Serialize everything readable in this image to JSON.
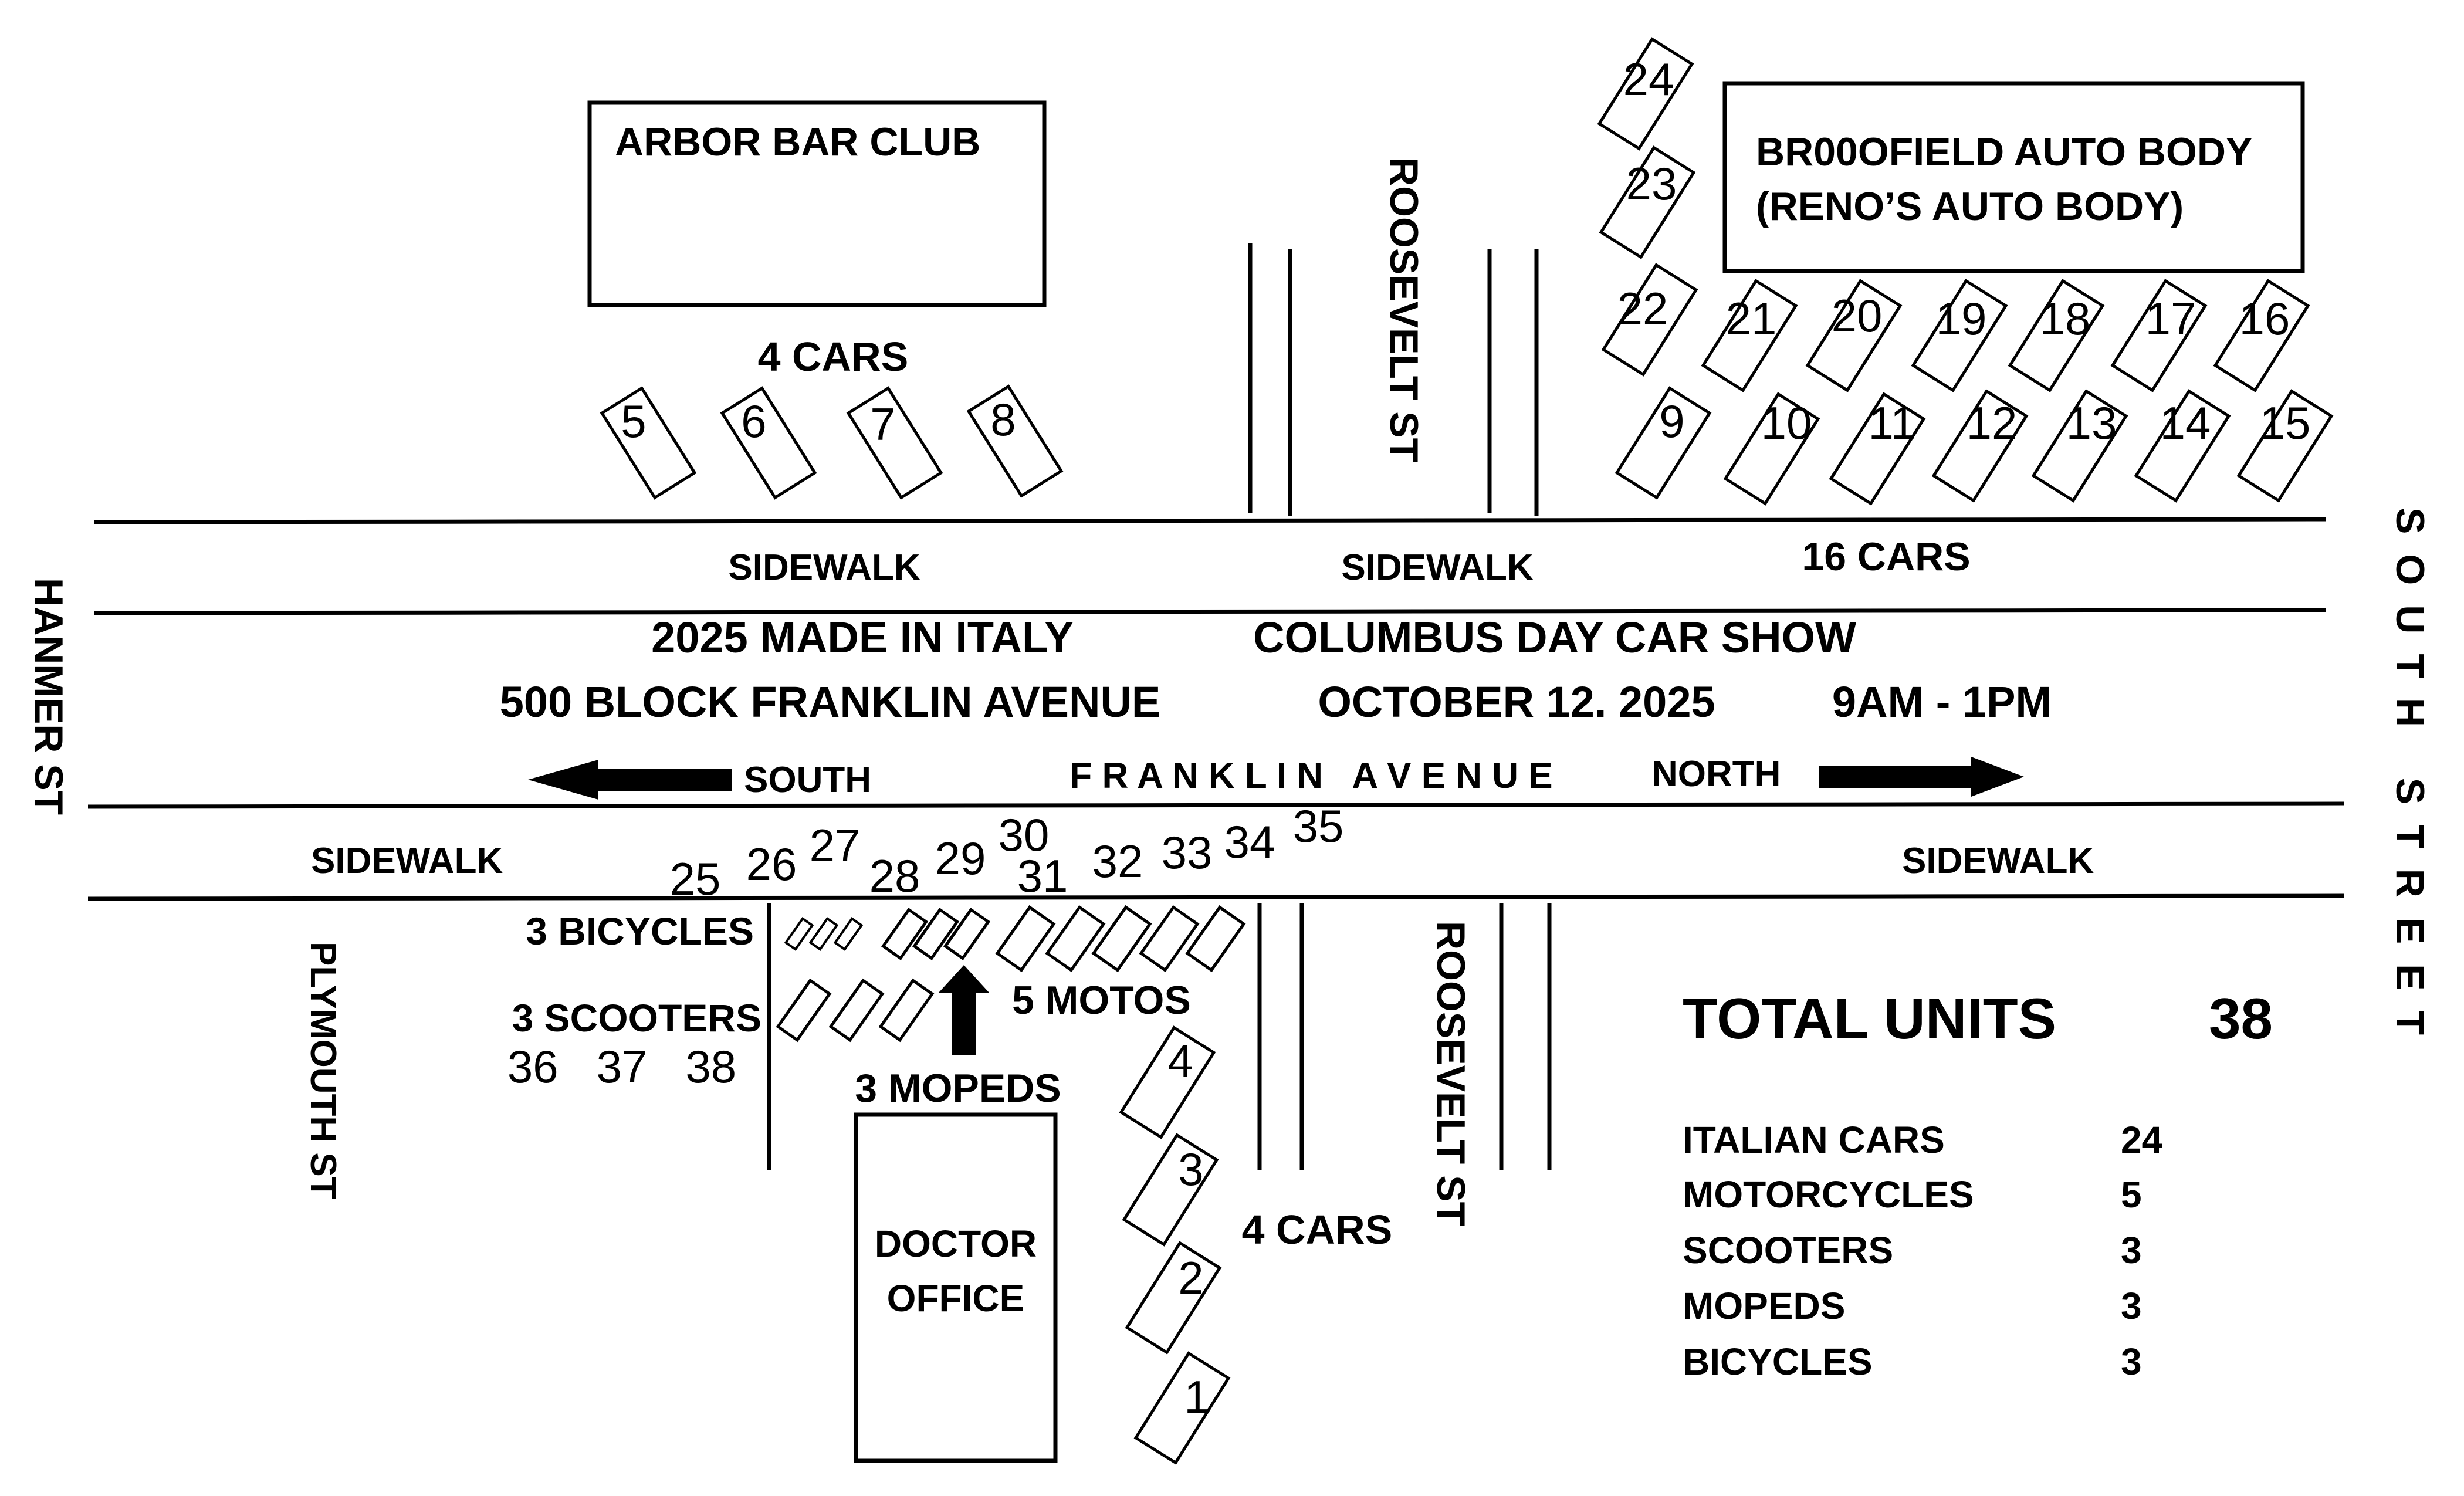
{
  "event": {
    "title_left": "2025 MADE IN ITALY",
    "title_right": "COLUMBUS DAY CAR SHOW",
    "location": "500 BLOCK FRANKLIN AVENUE",
    "date": "OCTOBER 12. 2025",
    "time": "9AM - 1PM"
  },
  "streets": {
    "franklin": "F R A N K L I N   A V E N U E",
    "south_dir": "SOUTH",
    "north_dir": "NORTH",
    "roosevelt_top": "ROOSEVELT ST",
    "roosevelt_bottom": "ROOSEVELT ST",
    "hanmer": "HANMER ST",
    "plymouth": "PLYMOUTH ST",
    "south_street": "SOUTH STREET"
  },
  "sidewalks": {
    "top_left": "SIDEWALK",
    "top_mid": "SIDEWALK",
    "bottom_left": "SIDEWALK",
    "bottom_right": "SIDEWALK"
  },
  "buildings": {
    "arbor": "ARBOR BAR CLUB",
    "brookfield_1": "BR00OFIELD AUTO BODY",
    "brookfield_2": "(RENO’S AUTO BODY)",
    "doctor_1": "DOCTOR",
    "doctor_2": "OFFICE"
  },
  "group_labels": {
    "top_left_cars": "4 CARS",
    "top_right_cars": "16 CARS",
    "bottom_cars": "4 CARS",
    "bicycles": "3 BICYCLES",
    "scooters": "3 SCOOTERS",
    "scooter_numbers": "36   37   38",
    "motos": "5 MOTOS",
    "mopeds": "3 MOPEDS"
  },
  "spots": {
    "s1": "1",
    "s2": "2",
    "s3": "3",
    "s4": "4",
    "s5": "5",
    "s6": "6",
    "s7": "7",
    "s8": "8",
    "s9": "9",
    "s10": "10",
    "s11": "11",
    "s12": "12",
    "s13": "13",
    "s14": "14",
    "s15": "15",
    "s16": "16",
    "s17": "17",
    "s18": "18",
    "s19": "19",
    "s20": "20",
    "s21": "21",
    "s22": "22",
    "s23": "23",
    "s24": "24",
    "s25": "25",
    "s26": "26",
    "s27": "27",
    "s28": "28",
    "s29": "29",
    "s30": "30",
    "s31": "31",
    "s32": "32",
    "s33": "33",
    "s34": "34",
    "s35": "35"
  },
  "totals": {
    "label": "TOTAL UNITS",
    "value": "38",
    "rows": [
      {
        "label": "ITALIAN CARS",
        "value": "24"
      },
      {
        "label": "MOTORCYCLES",
        "value": "5"
      },
      {
        "label": "SCOOTERS",
        "value": "3"
      },
      {
        "label": "MOPEDS",
        "value": "3"
      },
      {
        "label": "BICYCLES",
        "value": "3"
      }
    ]
  }
}
